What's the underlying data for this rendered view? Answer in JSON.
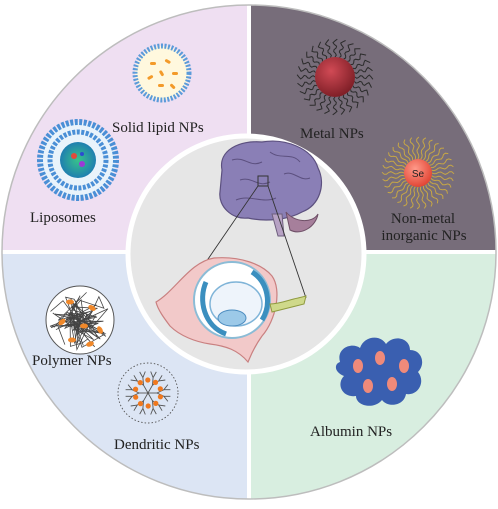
{
  "quadrants": {
    "lipid_vesicles": {
      "color": "#efdff2"
    },
    "inorganic": {
      "color": "#776d7a"
    },
    "polymeric": {
      "color": "#dce5f4"
    },
    "protein": {
      "color": "#d8eee0"
    }
  },
  "center_color": "#e6e6e6",
  "labels": {
    "solid_lipid": "Solid lipid NPs",
    "liposomes": "Liposomes",
    "metal": "Metal NPs",
    "nonmetal_line1": "Non-metal",
    "nonmetal_line2": "inorganic NPs",
    "polymer": "Polymer NPs",
    "dendritic": "Dendritic NPs",
    "albumin": "Albumin NPs",
    "se": "Se"
  }
}
